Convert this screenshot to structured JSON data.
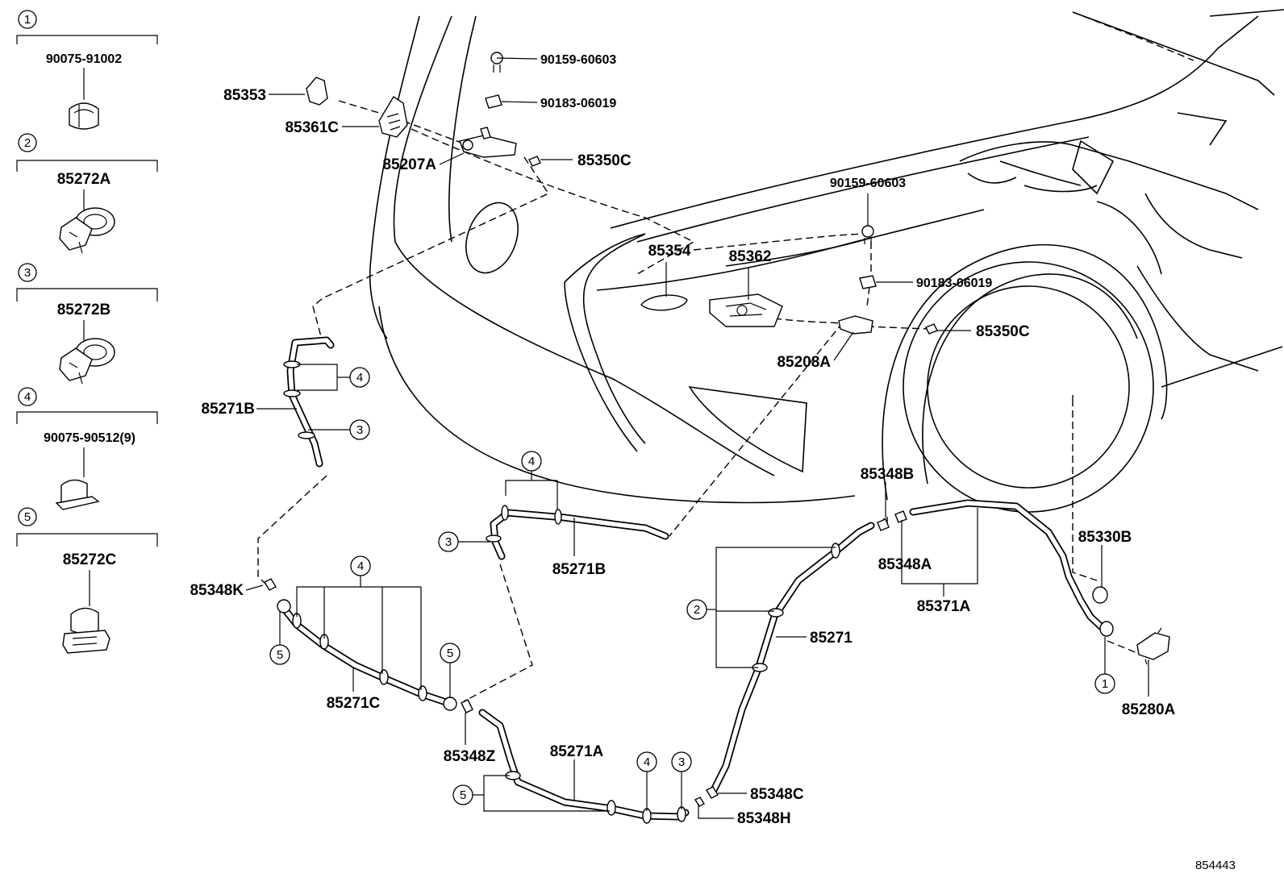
{
  "legend": {
    "items": [
      {
        "index": "1",
        "part": "90075-91002"
      },
      {
        "index": "2",
        "part": "85272A"
      },
      {
        "index": "3",
        "part": "85272B"
      },
      {
        "index": "4",
        "part": "90075-90512(9)"
      },
      {
        "index": "5",
        "part": "85272C"
      }
    ]
  },
  "labels": {
    "p85353": "85353",
    "p85361C": "85361C",
    "p85207A": "85207A",
    "p90159_top": "90159-60603",
    "p90183_top": "90183-06019",
    "p85350C_top": "85350C",
    "p90159_mid": "90159-60603",
    "p85354": "85354",
    "p85362": "85362",
    "p90183_mid": "90183-06019",
    "p85350C_mid": "85350C",
    "p85208A": "85208A",
    "p85271B_left": "85271B",
    "p85271B_mid": "85271B",
    "p85348K": "85348K",
    "p85271C": "85271C",
    "p85348Z": "85348Z",
    "p85271A": "85271A",
    "p85348C": "85348C",
    "p85348H": "85348H",
    "p85271": "85271",
    "p85348B": "85348B",
    "p85348A": "85348A",
    "p85371A": "85371A",
    "p85330B": "85330B",
    "p85280A": "85280A"
  },
  "callouts": {
    "c4_a": "4",
    "c3_a": "3",
    "c4_b": "4",
    "c3_b": "3",
    "c4_c": "4",
    "c5_a": "5",
    "c5_b": "5",
    "c5_c": "5",
    "c4_d": "4",
    "c3_c": "3",
    "c2_a": "2",
    "c1_a": "1"
  },
  "reference_code": "854443"
}
